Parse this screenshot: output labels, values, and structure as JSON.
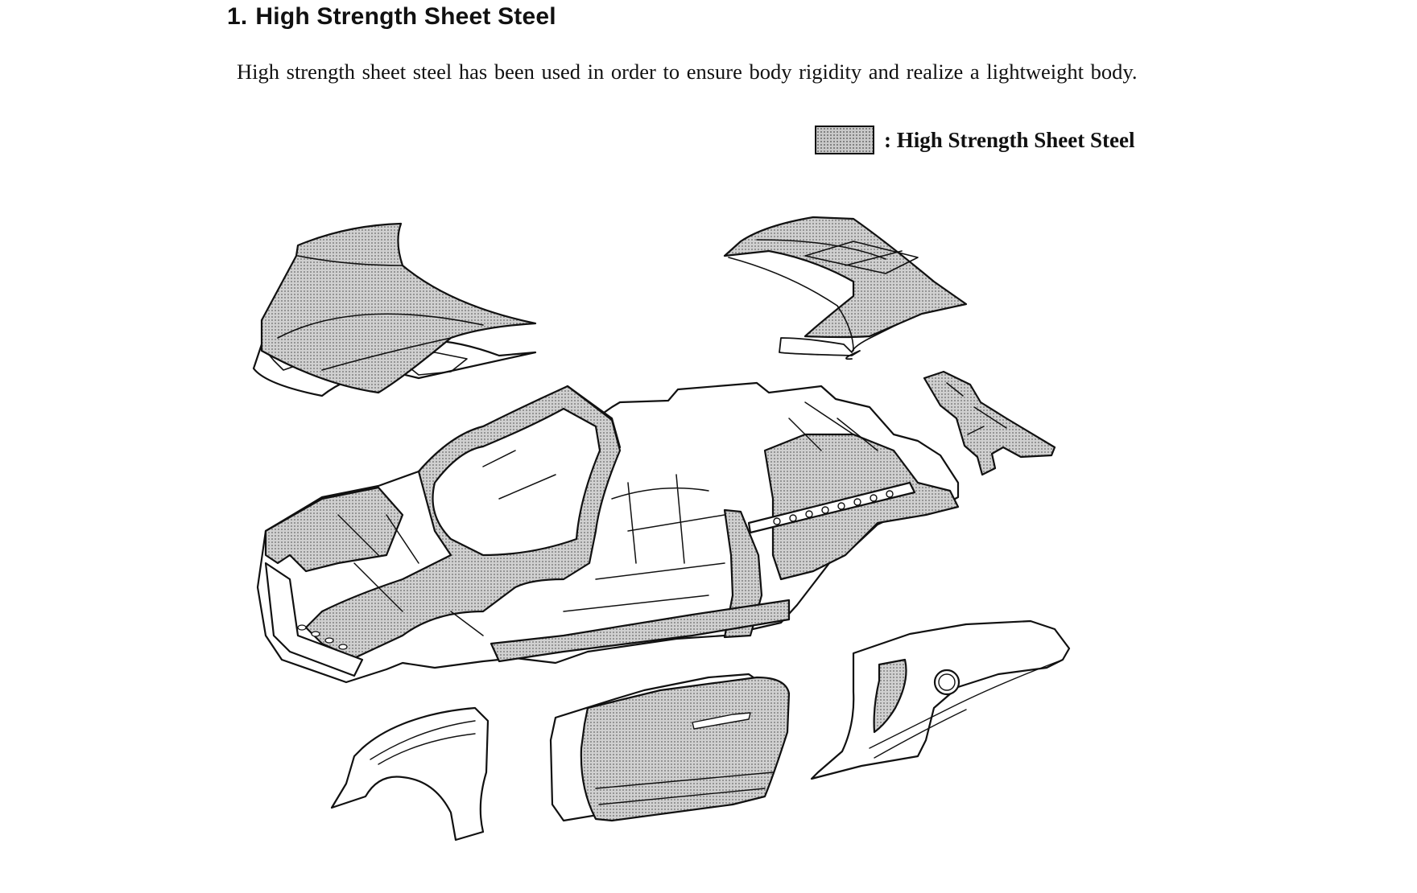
{
  "section": {
    "number": "1.",
    "title": "High Strength Sheet Steel"
  },
  "body_text": "High strength sheet steel has been used in order to ensure body rigidity and realize a lightweight body.",
  "legend": {
    "label": ": High Strength Sheet Steel",
    "pattern_color": "#c9c9c9"
  }
}
